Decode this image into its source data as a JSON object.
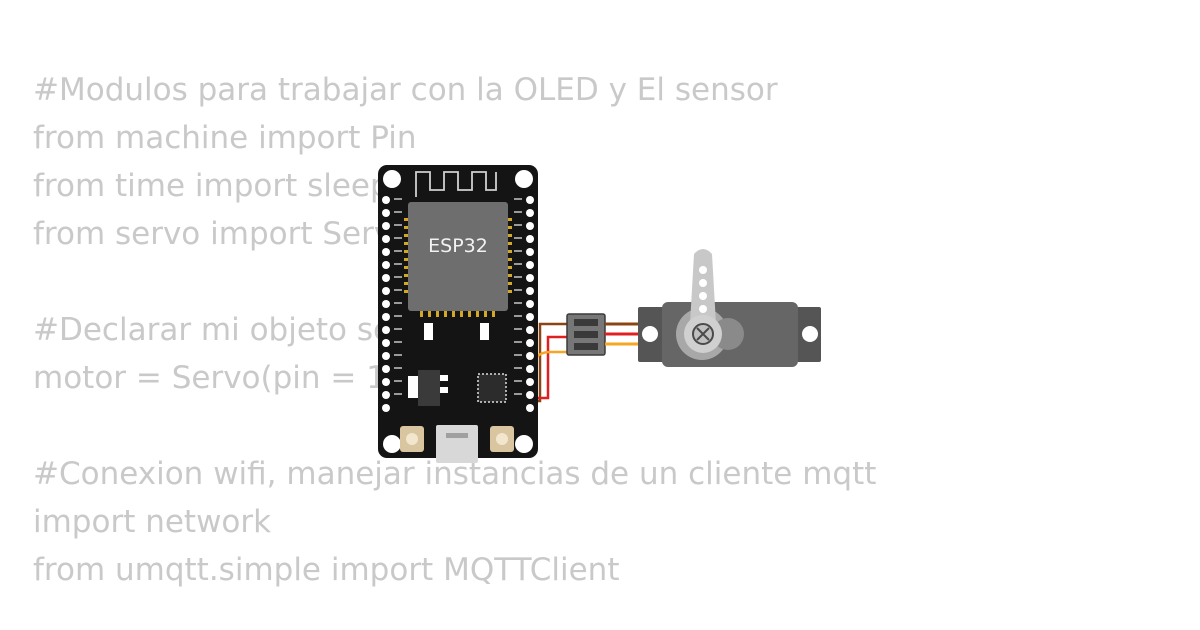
{
  "code": {
    "lines": [
      "#Modulos para trabajar con la OLED y El sensor",
      "from machine import Pin",
      "from time import sleep",
      "from servo import Servo",
      "",
      "#Declarar mi objeto servo",
      "motor = Servo(pin = 15)",
      "",
      "#Conexion wifi, manejar instancias de un cliente mqtt",
      "import network",
      "from umqtt.simple import MQTTClient"
    ]
  },
  "board": {
    "chip_label": "ESP32"
  },
  "colors": {
    "code_text": "#c9c9c9",
    "board": "#141414",
    "chip": "#6e6e6e",
    "servo_body": "#555555",
    "servo_horn": "#c8c8c8",
    "wire_signal": "#f5a623",
    "wire_power": "#e02020",
    "wire_ground": "#8b4513"
  }
}
